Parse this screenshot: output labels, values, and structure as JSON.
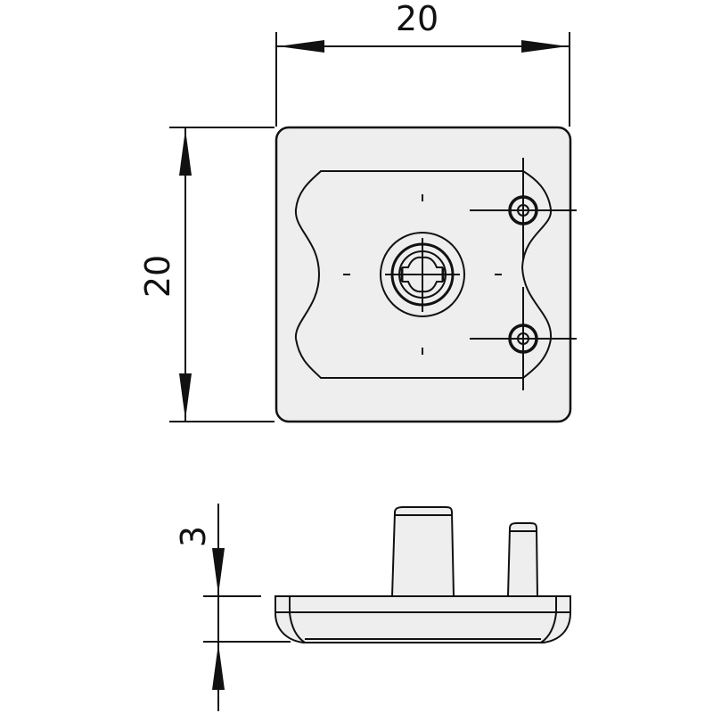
{
  "drawing": {
    "type": "technical-drawing",
    "subject": "end cap (top view and side view)",
    "colors": {
      "line": "#111111",
      "fill": "#eeeeee",
      "background": "#ffffff"
    }
  },
  "top_view": {
    "width_dimension": "20",
    "height_dimension": "20"
  },
  "side_view": {
    "thickness_dimension": "3"
  }
}
